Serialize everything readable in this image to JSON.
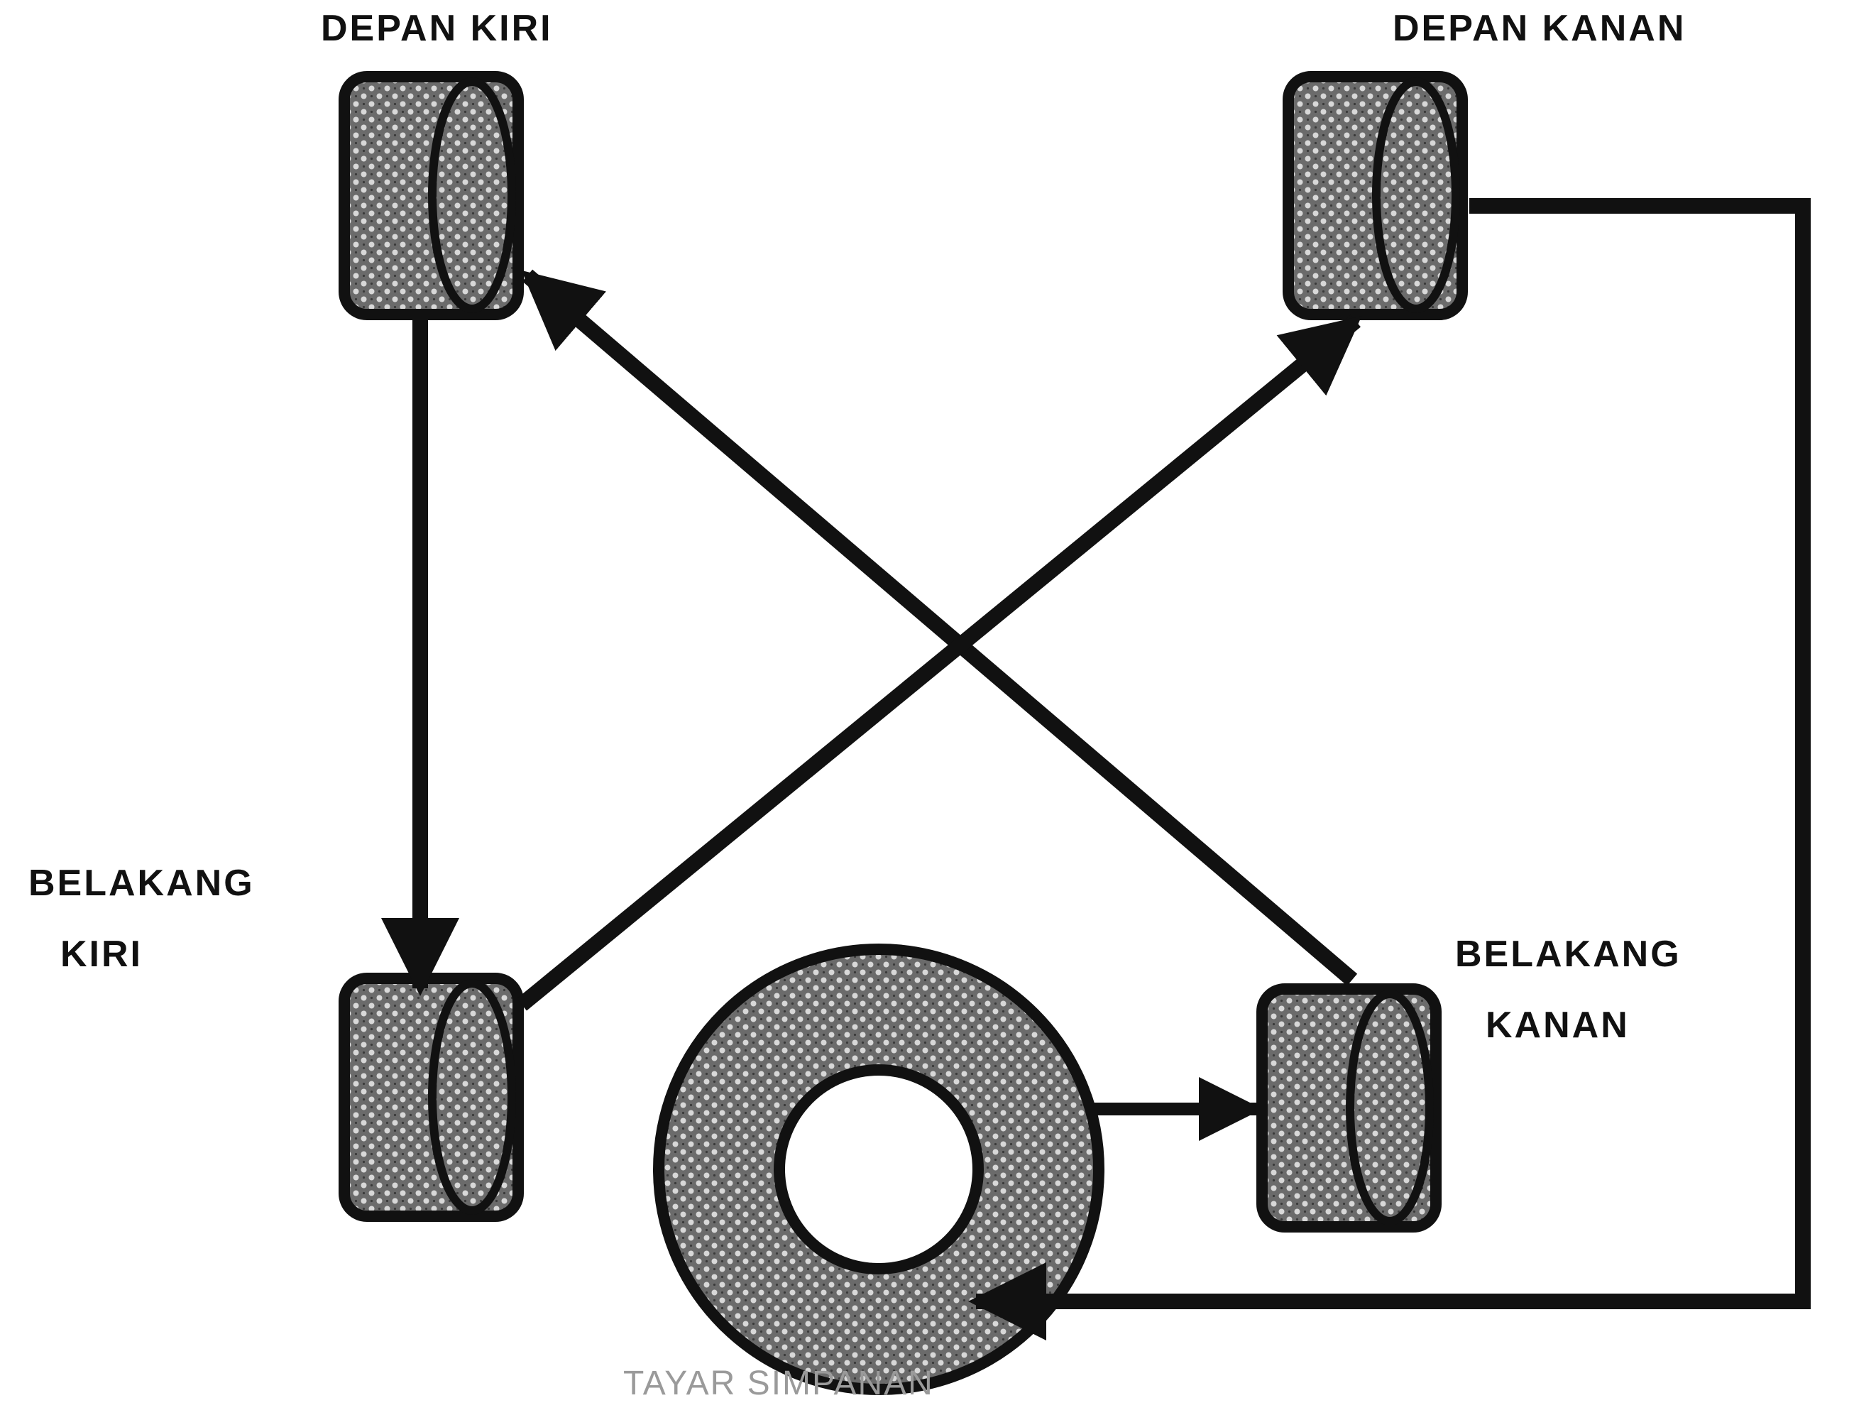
{
  "labels": {
    "front_left": "DEPAN KIRI",
    "front_right": "DEPAN KANAN",
    "rear_left_line1": "BELAKANG",
    "rear_left_line2": "KIRI",
    "rear_right_line1": "BELAKANG",
    "rear_right_line2": "KANAN",
    "spare": "TAYAR SIMPANAN"
  },
  "colors": {
    "ink": "#111111",
    "spare_label": "#9a9a9a",
    "tread_fill": "#6b6b6b",
    "tread_dot": "#d8d8d8",
    "background": "#ffffff"
  },
  "icons": {
    "tire": "tire-side-view-icon",
    "spare_tire": "spare-tire-ring-icon"
  }
}
